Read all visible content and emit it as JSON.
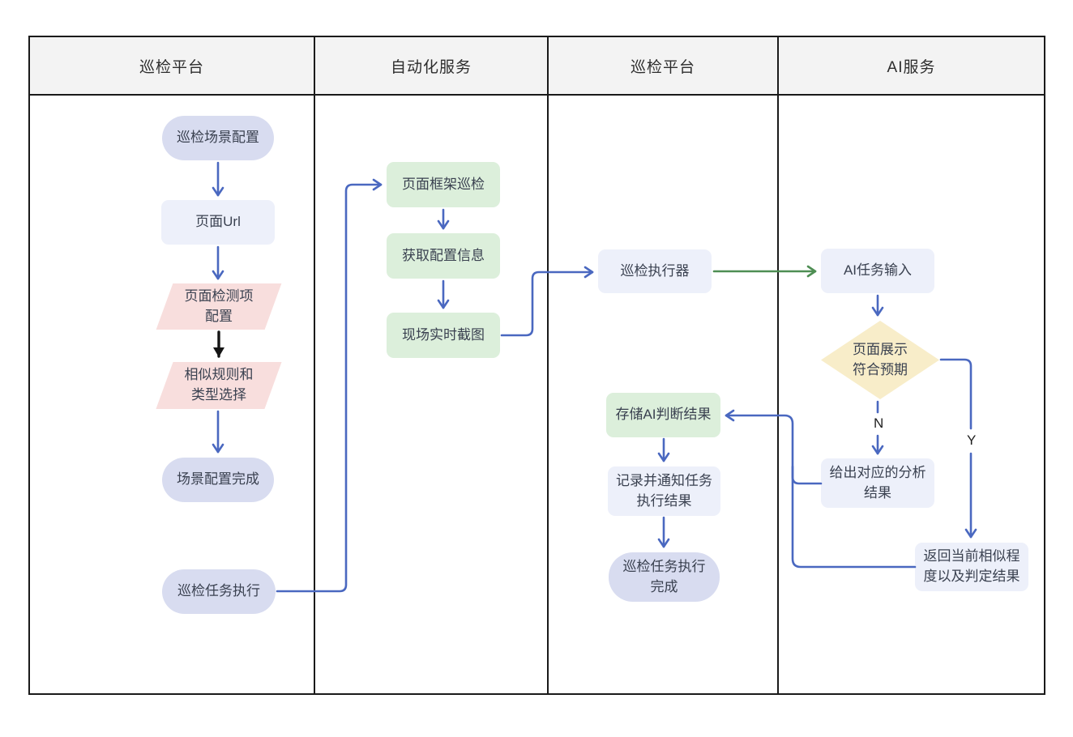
{
  "lanes": [
    {
      "label": "巡检平台"
    },
    {
      "label": "自动化服务"
    },
    {
      "label": "巡检平台"
    },
    {
      "label": "AI服务"
    }
  ],
  "nodes": {
    "scene_config": {
      "label": "巡检场景配置",
      "shape": "stadium",
      "lane": 0
    },
    "page_url": {
      "label": "页面Url",
      "shape": "rounded-rect",
      "lane": 0
    },
    "check_items": {
      "label": "页面检测项\n配置",
      "shape": "parallelogram",
      "lane": 0
    },
    "similar_rules": {
      "label": "相似规则和\n类型选择",
      "shape": "parallelogram",
      "lane": 0
    },
    "scene_done": {
      "label": "场景配置完成",
      "shape": "stadium",
      "lane": 0
    },
    "task_exec": {
      "label": "巡检任务执行",
      "shape": "stadium",
      "lane": 0
    },
    "frame_inspect": {
      "label": "页面框架巡检",
      "shape": "rounded-rect",
      "lane": 1
    },
    "get_config": {
      "label": "获取配置信息",
      "shape": "rounded-rect",
      "lane": 1
    },
    "screenshot": {
      "label": "现场实时截图",
      "shape": "rounded-rect",
      "lane": 1
    },
    "executor": {
      "label": "巡检执行器",
      "shape": "rounded-rect",
      "lane": 2
    },
    "store_result": {
      "label": "存储AI判断结果",
      "shape": "rounded-rect",
      "lane": 2
    },
    "record_notify": {
      "label": "记录并通知任务\n执行结果",
      "shape": "rounded-rect",
      "lane": 2
    },
    "task_done": {
      "label": "巡检任务执行\n完成",
      "shape": "stadium",
      "lane": 2
    },
    "ai_input": {
      "label": "AI任务输入",
      "shape": "rounded-rect",
      "lane": 3
    },
    "expect_check": {
      "label": "页面展示\n符合预期",
      "shape": "diamond",
      "lane": 3
    },
    "analysis_result": {
      "label": "给出对应的分析\n结果",
      "shape": "rounded-rect",
      "lane": 3
    },
    "return_result": {
      "label": "返回当前相似程\n度以及判定结果",
      "shape": "rounded-rect",
      "lane": 3
    }
  },
  "edges": [
    {
      "from": "scene_config",
      "to": "page_url",
      "color": "blue"
    },
    {
      "from": "page_url",
      "to": "check_items",
      "color": "blue"
    },
    {
      "from": "check_items",
      "to": "similar_rules",
      "color": "black"
    },
    {
      "from": "similar_rules",
      "to": "scene_done",
      "color": "blue"
    },
    {
      "from": "task_exec",
      "to": "frame_inspect",
      "color": "blue"
    },
    {
      "from": "frame_inspect",
      "to": "get_config",
      "color": "blue"
    },
    {
      "from": "get_config",
      "to": "screenshot",
      "color": "blue"
    },
    {
      "from": "screenshot",
      "to": "executor",
      "color": "blue"
    },
    {
      "from": "executor",
      "to": "ai_input",
      "color": "green"
    },
    {
      "from": "ai_input",
      "to": "expect_check",
      "color": "blue"
    },
    {
      "from": "expect_check",
      "to": "analysis_result",
      "color": "blue",
      "label": "N"
    },
    {
      "from": "expect_check",
      "to": "return_result",
      "color": "blue",
      "label": "Y"
    },
    {
      "from": "analysis_result",
      "to": "store_result",
      "color": "blue"
    },
    {
      "from": "return_result",
      "to": "store_result",
      "color": "blue"
    },
    {
      "from": "store_result",
      "to": "record_notify",
      "color": "blue"
    },
    {
      "from": "record_notify",
      "to": "task_done",
      "color": "blue"
    }
  ],
  "colors": {
    "node_lavender": "#d8dcf0",
    "node_lavender_light": "#edf0fa",
    "node_green": "#dcefdb",
    "node_pink": "#f8dedd",
    "node_yellow": "#f8edc9",
    "arrow_blue": "#4a68c0",
    "arrow_green": "#4e8e53",
    "arrow_black": "#151515",
    "lane_header_bg": "#f3f3f3",
    "border": "#1a1a1a"
  }
}
